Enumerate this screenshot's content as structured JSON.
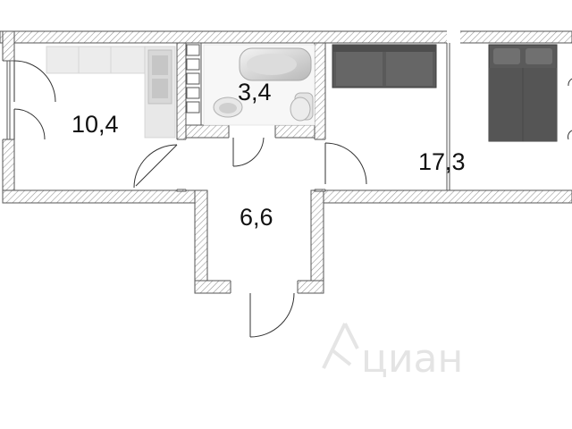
{
  "plan": {
    "rooms": [
      {
        "id": "kitchen",
        "area": "10,4"
      },
      {
        "id": "bathroom",
        "area": "3,4"
      },
      {
        "id": "hallway",
        "area": "6,6"
      },
      {
        "id": "living-room",
        "area": "17,3"
      }
    ],
    "watermark": {
      "text": "циан",
      "color": "#cfcfcf"
    },
    "colors": {
      "wall_outline": "#555555",
      "wall_hatch": "#bbbbbb",
      "furniture_dark": "#5a5a5a",
      "fixtures_light": "#e6e6e6"
    }
  }
}
